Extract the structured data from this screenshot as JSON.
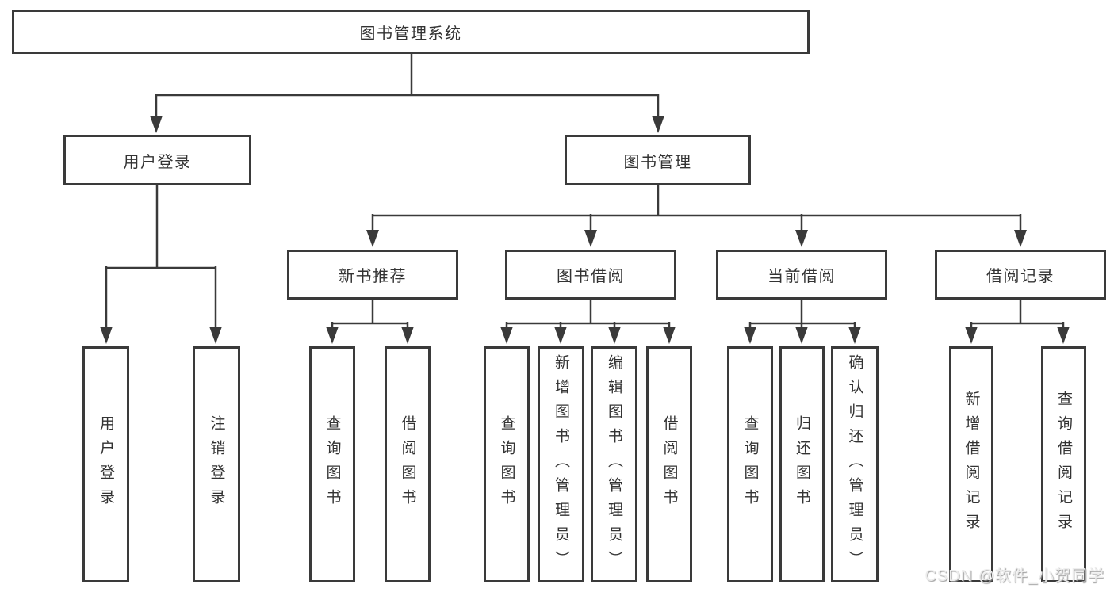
{
  "colors": {
    "line": "#3a3a3a",
    "text": "#333333",
    "background": "#ffffff"
  },
  "tree": {
    "root": {
      "label": "图书管理系统",
      "children": [
        {
          "label": "用户登录",
          "children": [
            {
              "label": "用户登录"
            },
            {
              "label": "注销登录"
            }
          ]
        },
        {
          "label": "图书管理",
          "children": [
            {
              "label": "新书推荐",
              "children": [
                {
                  "label": "查询图书"
                },
                {
                  "label": "借阅图书"
                }
              ]
            },
            {
              "label": "图书借阅",
              "children": [
                {
                  "label": "查询图书"
                },
                {
                  "label": "新增图书（管理员）"
                },
                {
                  "label": "编辑图书（管理员）"
                },
                {
                  "label": "借阅图书"
                }
              ]
            },
            {
              "label": "当前借阅",
              "children": [
                {
                  "label": "查询图书"
                },
                {
                  "label": "归还图书"
                },
                {
                  "label": "确认归还（管理员）"
                }
              ]
            },
            {
              "label": "借阅记录",
              "children": [
                {
                  "label": "新增借阅记录"
                },
                {
                  "label": "查询借阅记录"
                }
              ]
            }
          ]
        }
      ]
    }
  },
  "watermark": {
    "text": "CSDN @软件_小贺同学"
  }
}
